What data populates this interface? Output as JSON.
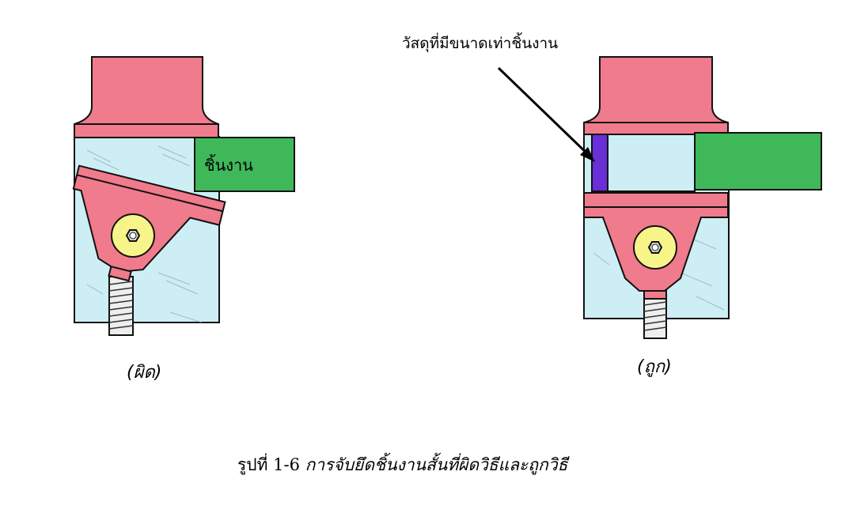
{
  "labels": {
    "material": "วัสดุที่มีขนาดเท่าชิ้นงาน",
    "workpiece": "ชิ้นงาน",
    "wrong": "(ผิด)",
    "right": "(ถูก)"
  },
  "caption": {
    "number": "รูปที่ 1-6",
    "title": "การจับยึดชิ้นงานสั้นที่ผิดวิธีและถูกวิธี"
  },
  "colors": {
    "pink": "#ef7b8c",
    "glass": "#cdeef4",
    "green": "#3fb85a",
    "purple": "#6a2fd6",
    "yellow": "#f7f48a",
    "outline": "#111111"
  }
}
